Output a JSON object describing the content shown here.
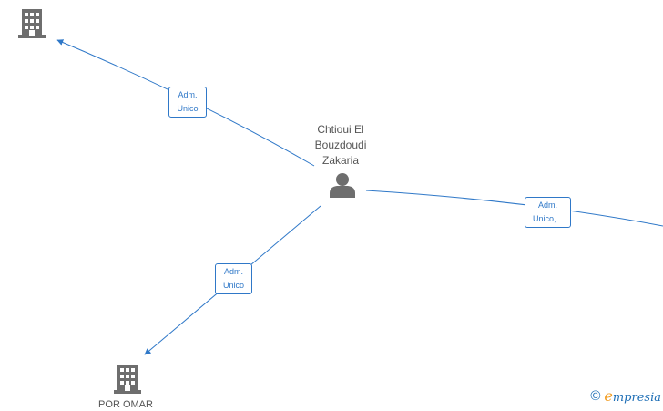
{
  "colors": {
    "edge": "#2f78c8",
    "icon": "#6e6e6e",
    "text": "#555555",
    "brand_accent": "#f29b1d"
  },
  "nodes": {
    "person": {
      "label": "Chtioui El\nBouzdoudi\nZakaria",
      "icon": "person-icon"
    },
    "company_top_left": {
      "label": "",
      "icon": "building-icon"
    },
    "company_bottom": {
      "label": "POR OMAR",
      "icon": "building-icon"
    }
  },
  "edges": {
    "to_top_left": {
      "label": "Adm.\nUnico"
    },
    "to_bottom": {
      "label": "Adm.\nUnico"
    },
    "to_right": {
      "label": "Adm.\nUnico,..."
    }
  },
  "watermark": {
    "symbol": "©",
    "brand_first": "e",
    "brand_rest": "mpresia"
  }
}
